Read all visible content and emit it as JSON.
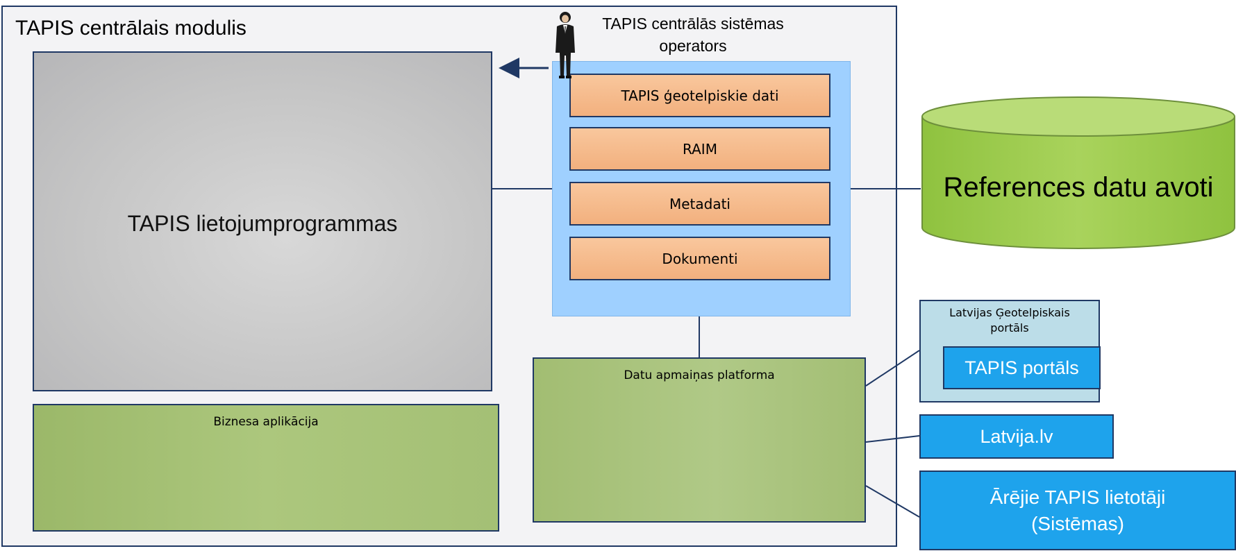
{
  "central_module": {
    "title": "TAPIS centrālais modulis"
  },
  "operator": {
    "label_line1": "TAPIS centrālās sistēmas",
    "label_line2": "operators",
    "icon": "person-icon"
  },
  "applications": {
    "label": "TAPIS lietojumprogrammas"
  },
  "data_stack": {
    "items": [
      {
        "label": "TAPIS ģeotelpiskie dati"
      },
      {
        "label": "RAIM"
      },
      {
        "label": "Metadati"
      },
      {
        "label": "Dokumenti"
      }
    ]
  },
  "reference_sources": {
    "label": "References datu avoti",
    "icon": "database-cylinder-icon"
  },
  "business_app": {
    "label": "Biznesa aplikācija"
  },
  "data_exchange": {
    "label": "Datu apmaiņas platforma"
  },
  "geo_portal": {
    "title_line1": "Latvijas Ģeotelpiskais",
    "title_line2": "portāls",
    "inner_label": "TAPIS portāls"
  },
  "latvija": {
    "label": "Latvija.lv"
  },
  "external_users": {
    "label_line1": "Ārējie TAPIS lietotāji",
    "label_line2": "(Sistēmas)"
  },
  "colors": {
    "border": "#1f3864",
    "orange": "#f5b98a",
    "light_blue_panel": "#9fd0ff",
    "green": "#a9c47b",
    "bright_blue": "#1ea3ec",
    "gray": "#c6c6c6"
  }
}
